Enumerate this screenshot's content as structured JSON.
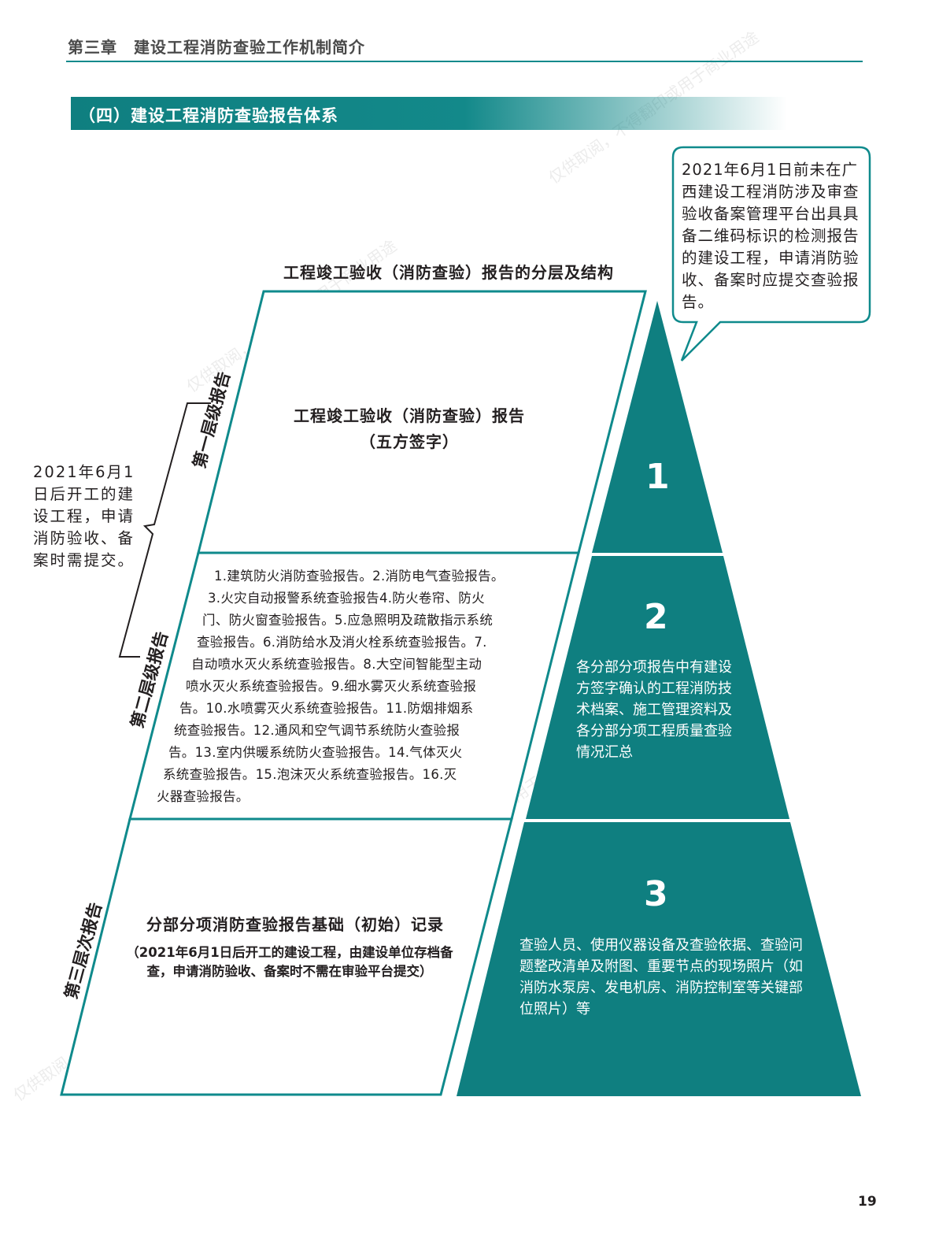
{
  "header": {
    "chapter_title": "第三章　建设工程消防查验工作机制简介"
  },
  "section": {
    "title": "（四）建设工程消防查验报告体系"
  },
  "diagram": {
    "title": "工程竣工验收（消防查验）报告的分层及结构",
    "callout_text": "2021年6月1日前未在广西建设工程消防涉及审查验收备案管理平台出具具备二维码标识的检测报告的建设工程，申请消防验收、备案时应提交查验报告。",
    "left_note": "2021年6月1日后开工的建设工程，申请消防验收、备案时需提交。",
    "level_labels": {
      "first": "第一层级报告",
      "second": "第二层级报告",
      "third": "第三层次报告"
    },
    "level1": {
      "title_line1": "工程竣工验收（消防查验）报告",
      "title_line2": "（五方签字）"
    },
    "level2": {
      "lines": [
        "1.建筑防火消防查验报告。2.消防电气查验报告。",
        "3.火灾自动报警系统查验报告4.防火卷帘、防火",
        "门、防火窗查验报告。5.应急照明及疏散指示系统",
        "查验报告。6.消防给水及消火栓系统查验报告。7.",
        "自动喷水灭火系统查验报告。8.大空间智能型主动",
        "喷水灭火系统查验报告。9.细水雾灭火系统查验报",
        "告。10.水喷雾灭火系统查验报告。11.防烟排烟系",
        "统查验报告。12.通风和空气调节系统防火查验报",
        "告。13.室内供暖系统防火查验报告。14.气体灭火",
        "系统查验报告。15.泡沫灭火系统查验报告。16.灭",
        "火器查验报告。"
      ]
    },
    "level3": {
      "title": "分部分项消防查验报告基础（初始）记录",
      "note": "（2021年6月1日后开工的建设工程，由建设单位存档备查，申请消防验收、备案时不需在审验平台提交）"
    },
    "tiers": [
      {
        "number": "1",
        "description": ""
      },
      {
        "number": "2",
        "description": "各分部分项报告中有建设方签字确认的工程消防技术档案、施工管理资料及各分部分项工程质量查验情况汇总"
      },
      {
        "number": "3",
        "description": "查验人员、使用仪器设备及查验依据、查验问题整改清单及附图、重要节点的现场照片（如消防水泵房、发电机房、消防控制室等关键部位照片）等"
      }
    ],
    "watermark": "仅供取阅，不得翻印或用于商业用途"
  },
  "footer": {
    "page_number": "19"
  },
  "colors": {
    "accent": "#0f8a8c",
    "tier_fill": "#0f7f80",
    "text": "#231f20"
  }
}
